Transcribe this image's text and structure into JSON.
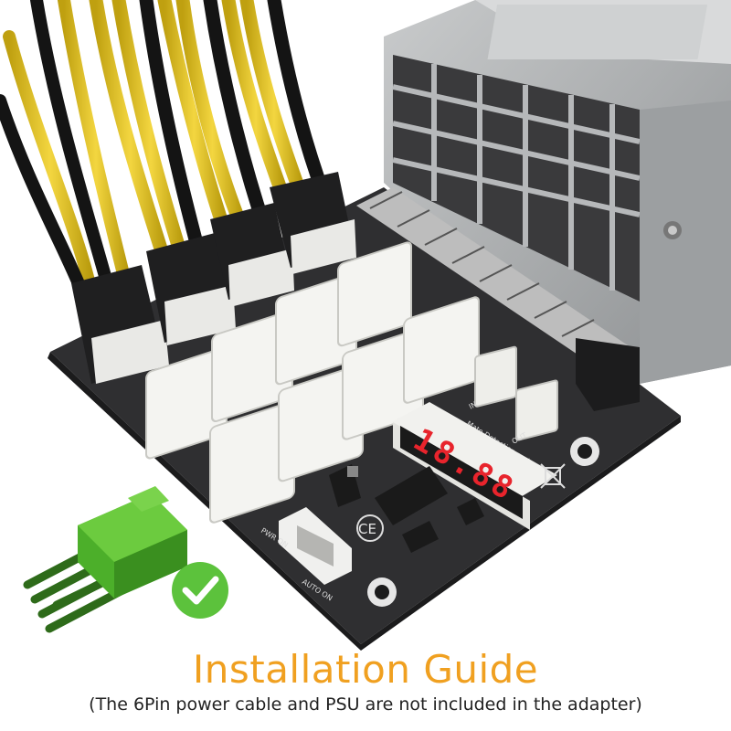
{
  "caption": {
    "title": "Installation Guide",
    "subtitle": "(The 6Pin power cable and PSU are not included in the adapter)"
  },
  "board": {
    "display_digits": "18.88",
    "label_in": "IN",
    "label_out": "OUT",
    "label_detection": "Mate Detection port",
    "label_pwr_on": "PWR ON",
    "label_auto_on": "AUTO ON",
    "label_ce": "CE"
  },
  "colors": {
    "board": "#2f2f31",
    "connector": "#f4f4f1",
    "display_red": "#e8242c",
    "plug_green": "#4caf2a",
    "check_green": "#5cc23c",
    "caption_orange": "#f0a020",
    "wire_yellow": "#e2c21a",
    "wire_black": "#141414",
    "psu_metal": "#a9acae"
  },
  "icons": {
    "check": "check-circle-icon",
    "trash": "crossed-bin-icon"
  }
}
